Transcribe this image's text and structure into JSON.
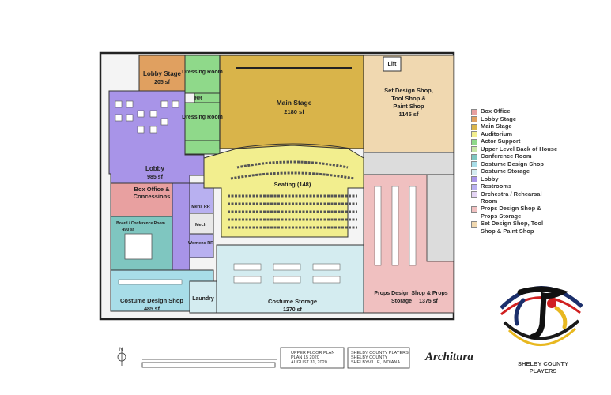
{
  "rooms": {
    "lobby_stage": {
      "name": "Lobby Stage",
      "area": "205 sf"
    },
    "dressing_room_1": {
      "name": "Dressing Room"
    },
    "rr": {
      "name": "RR"
    },
    "dressing_room_2": {
      "name": "Dressing Room"
    },
    "main_stage": {
      "name": "Main Stage",
      "area": "2180 sf"
    },
    "lift": {
      "name": "Lift"
    },
    "set_design": {
      "name_line1": "Set Design Shop,",
      "name_line2": "Tool Shop &",
      "name_line3": "Paint Shop",
      "area": "1145 sf"
    },
    "lobby": {
      "name": "Lobby",
      "area": "985 sf"
    },
    "box_office": {
      "name_line1": "Box Office &",
      "name_line2": "Concessions"
    },
    "seating": {
      "name": "Seating (148)"
    },
    "mens_rr": {
      "name": "Mens RR"
    },
    "mech": {
      "name": "Mech"
    },
    "womens_rr": {
      "name": "Womens RR"
    },
    "board_room": {
      "name": "Board / Conference Room",
      "area": "490 sf"
    },
    "costume_design": {
      "name": "Costume Design Shop",
      "area": "485 sf"
    },
    "laundry": {
      "name": "Laundry"
    },
    "costume_storage": {
      "name": "Costume Storage",
      "area": "1270 sf"
    },
    "props": {
      "name_line1": "Props Design Shop & Props",
      "name_line2": "Storage",
      "area": "1375 sf"
    }
  },
  "legend": [
    {
      "label": "Box Office",
      "color": "#e8a0a0"
    },
    {
      "label": "Lobby Stage",
      "color": "#e0a060"
    },
    {
      "label": "Main Stage",
      "color": "#d9b44a"
    },
    {
      "label": "Auditorium",
      "color": "#f2ee8e"
    },
    {
      "label": "Actor Support",
      "color": "#8fd98a"
    },
    {
      "label": "Upper Level Back of House",
      "color": "#c8e6a8"
    },
    {
      "label": "Conference Room",
      "color": "#7fc6c0"
    },
    {
      "label": "Costume Design Shop",
      "color": "#a8dde8"
    },
    {
      "label": "Costume Storage",
      "color": "#d4ecf0"
    },
    {
      "label": "Lobby",
      "color": "#a894e8"
    },
    {
      "label": "Restrooms",
      "color": "#b8b0f0"
    },
    {
      "label": "Orchestra / Rehearsal Room",
      "color": "#e4d4f4"
    },
    {
      "label": "Props Design Shop & Props Storage",
      "color": "#f0c0c0"
    },
    {
      "label": "Set Design Shop, Tool Shop & Paint Shop",
      "color": "#f0d8b0"
    }
  ],
  "title_block": {
    "sheet_line1": "UPPER FLOOR PLAN",
    "sheet_line2": "PLAN 15 2020",
    "sheet_line3": "AUGUST 31, 2020",
    "client_line1": "SHELBY COUNTY PLAYERS",
    "client_line2": "SHELBY COUNTY",
    "client_line3": "SHELBYVILLE, INDIANA",
    "firm": "Architura",
    "north": "N"
  },
  "logo": {
    "line1": "SHELBY COUNTY",
    "line2": "PLAYERS",
    "colors": [
      "#1b2f6b",
      "#e8b820",
      "#d02020",
      "#1a1a1a"
    ]
  }
}
